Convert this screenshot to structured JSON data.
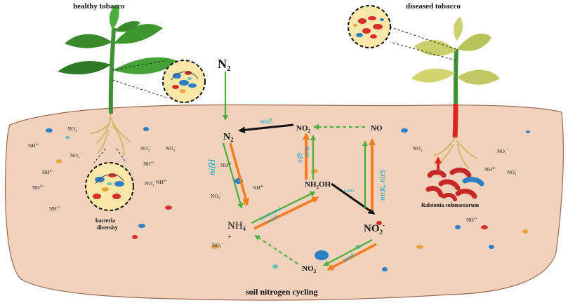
{
  "labels": {
    "healthy": "healthy tobacco",
    "diseased": "diseased tobacco",
    "bacteria": "bacteria",
    "diversity": "diversity",
    "ralstonia": "Ralstonia solanacearum",
    "cycle_title": "soil nitrogen cycling"
  },
  "species": {
    "n2_top": "N",
    "n2_top_sub": "2",
    "n2_mid": "N",
    "n2_mid_sub": "2",
    "no2_top": "NO",
    "no2_top_sub": "2",
    "no": "NO",
    "nh2oh": "NH",
    "nh2oh_sub": "2",
    "nh2oh_tail": "OH",
    "nh4": "NH",
    "nh4_sub": "4",
    "nh4_plus": "+",
    "no2_big": "NO",
    "no2_big_sub": "2",
    "no2_big_sup": "-",
    "no3": "NO",
    "no3_sub": "3",
    "no3_sup": "-"
  },
  "genes": {
    "nosZ": "nosZ",
    "nifH": "nifH",
    "nifS": "nifS",
    "nirK": "nirK",
    "amo": "arcAbamoA",
    "amo2": "amoB",
    "narG": "narG",
    "nirK_nirS": "nirK, nirS",
    "nxrA": "nxrA"
  },
  "soil_ions": {
    "nh4": "NH",
    "nh4_sup": "4+",
    "no3": "NO",
    "no3_sub": "3",
    "no3_sup": "-"
  },
  "colors": {
    "soil": "#f2d2bd",
    "green_arrow": "#4caf3a",
    "orange_arrow": "#f57c1f",
    "black_arrow": "#111111",
    "gene_text": "#1aa6c9"
  }
}
